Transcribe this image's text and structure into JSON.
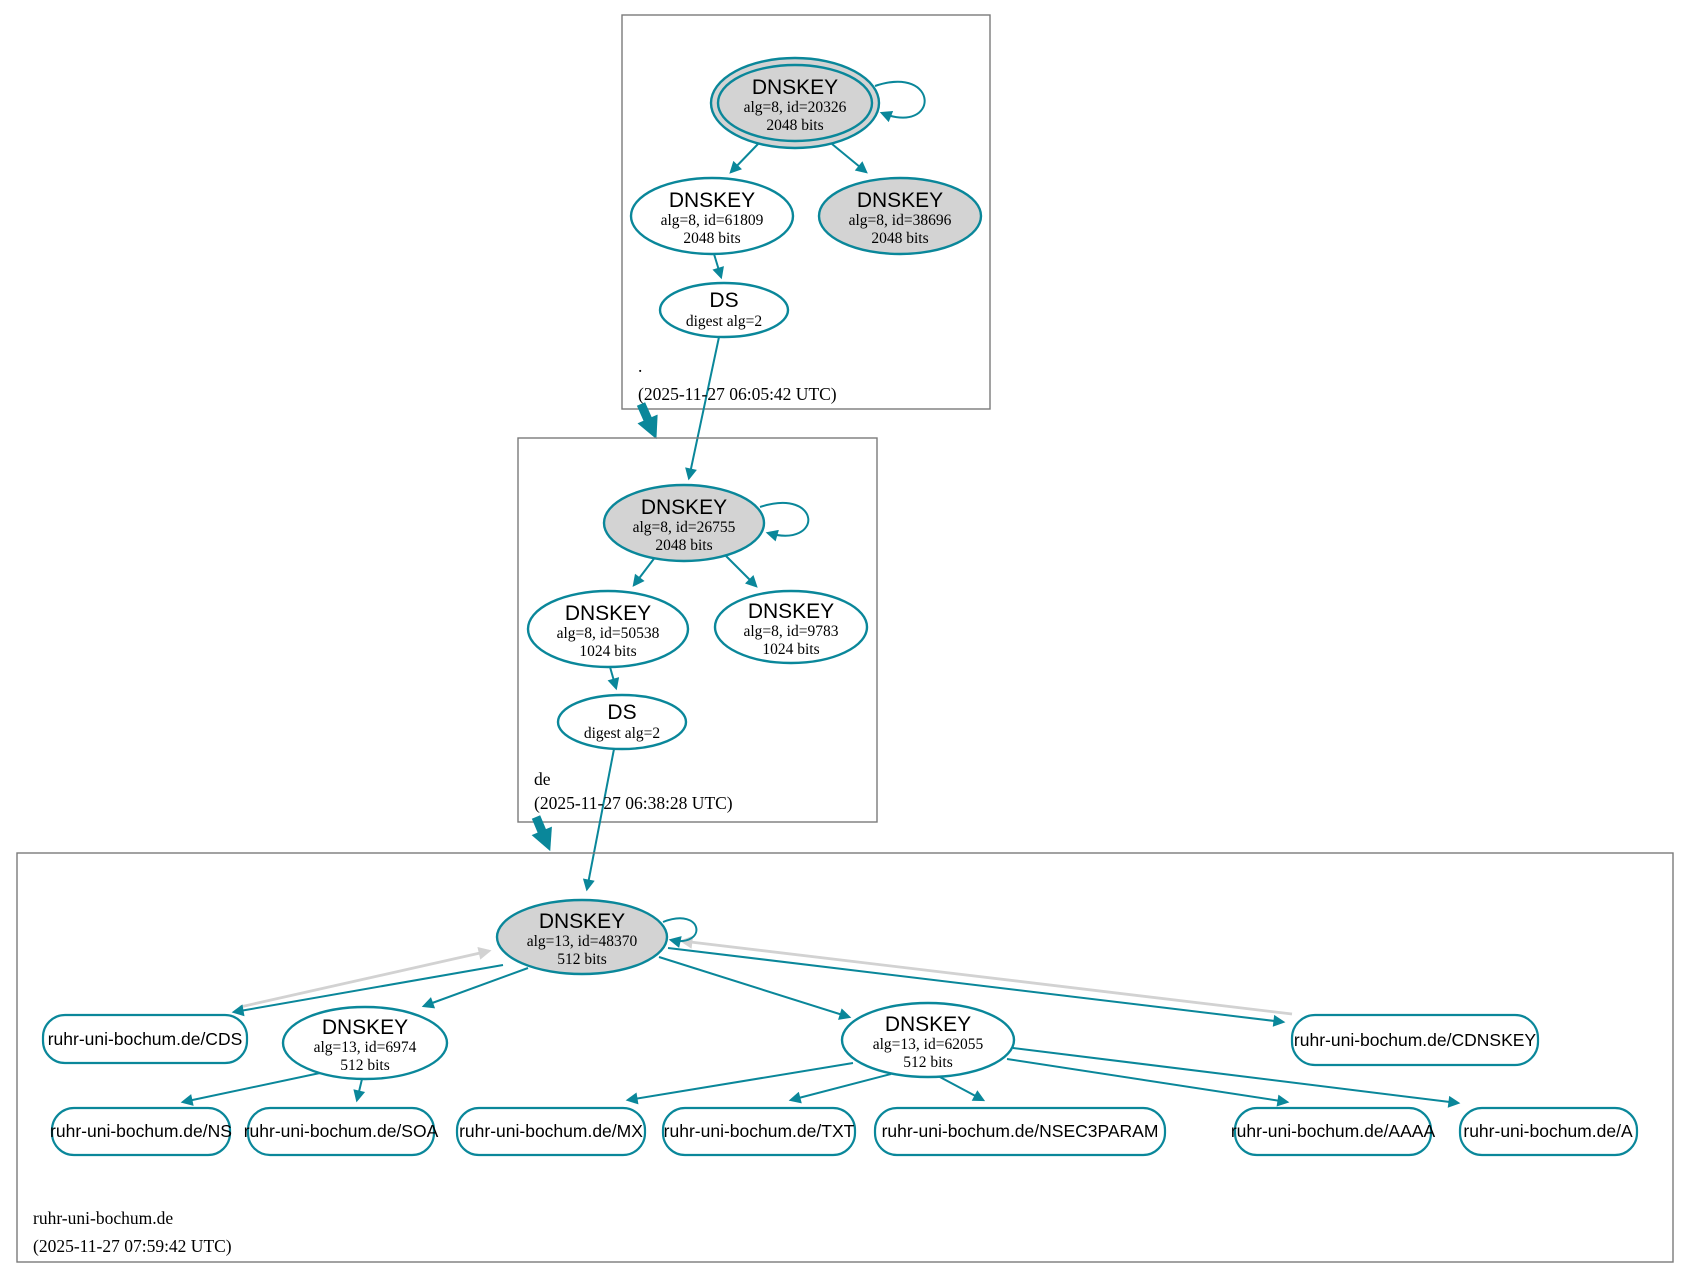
{
  "colors": {
    "secure": "#0a879a",
    "node_fill": "#d3d3d3",
    "edge_gray": "#d2d2d2",
    "border": "#7a7a7a",
    "text": "#000000"
  },
  "zones": {
    "root": {
      "label": ".",
      "timestamp": "(2025-11-27 06:05:42 UTC)",
      "ksk": {
        "title": "DNSKEY",
        "alg": "alg=8, id=20326",
        "bits": "2048 bits"
      },
      "zsk": {
        "title": "DNSKEY",
        "alg": "alg=8, id=61809",
        "bits": "2048 bits"
      },
      "zsk2": {
        "title": "DNSKEY",
        "alg": "alg=8, id=38696",
        "bits": "2048 bits"
      },
      "ds": {
        "title": "DS",
        "digest": "digest alg=2"
      }
    },
    "de": {
      "label": "de",
      "timestamp": "(2025-11-27 06:38:28 UTC)",
      "ksk": {
        "title": "DNSKEY",
        "alg": "alg=8, id=26755",
        "bits": "2048 bits"
      },
      "zsk": {
        "title": "DNSKEY",
        "alg": "alg=8, id=50538",
        "bits": "1024 bits"
      },
      "zsk2": {
        "title": "DNSKEY",
        "alg": "alg=8, id=9783",
        "bits": "1024 bits"
      },
      "ds": {
        "title": "DS",
        "digest": "digest alg=2"
      }
    },
    "rub": {
      "label": "ruhr-uni-bochum.de",
      "timestamp": "(2025-11-27 07:59:42 UTC)",
      "ksk": {
        "title": "DNSKEY",
        "alg": "alg=13, id=48370",
        "bits": "512 bits"
      },
      "zsk1": {
        "title": "DNSKEY",
        "alg": "alg=13, id=6974",
        "bits": "512 bits"
      },
      "zsk2": {
        "title": "DNSKEY",
        "alg": "alg=13, id=62055",
        "bits": "512 bits"
      },
      "rrsets": {
        "cds": "ruhr-uni-bochum.de/CDS",
        "cdnskey": "ruhr-uni-bochum.de/CDNSKEY",
        "ns": "ruhr-uni-bochum.de/NS",
        "soa": "ruhr-uni-bochum.de/SOA",
        "mx": "ruhr-uni-bochum.de/MX",
        "txt": "ruhr-uni-bochum.de/TXT",
        "nsec3param": "ruhr-uni-bochum.de/NSEC3PARAM",
        "aaaa": "ruhr-uni-bochum.de/AAAA",
        "a": "ruhr-uni-bochum.de/A"
      }
    }
  }
}
